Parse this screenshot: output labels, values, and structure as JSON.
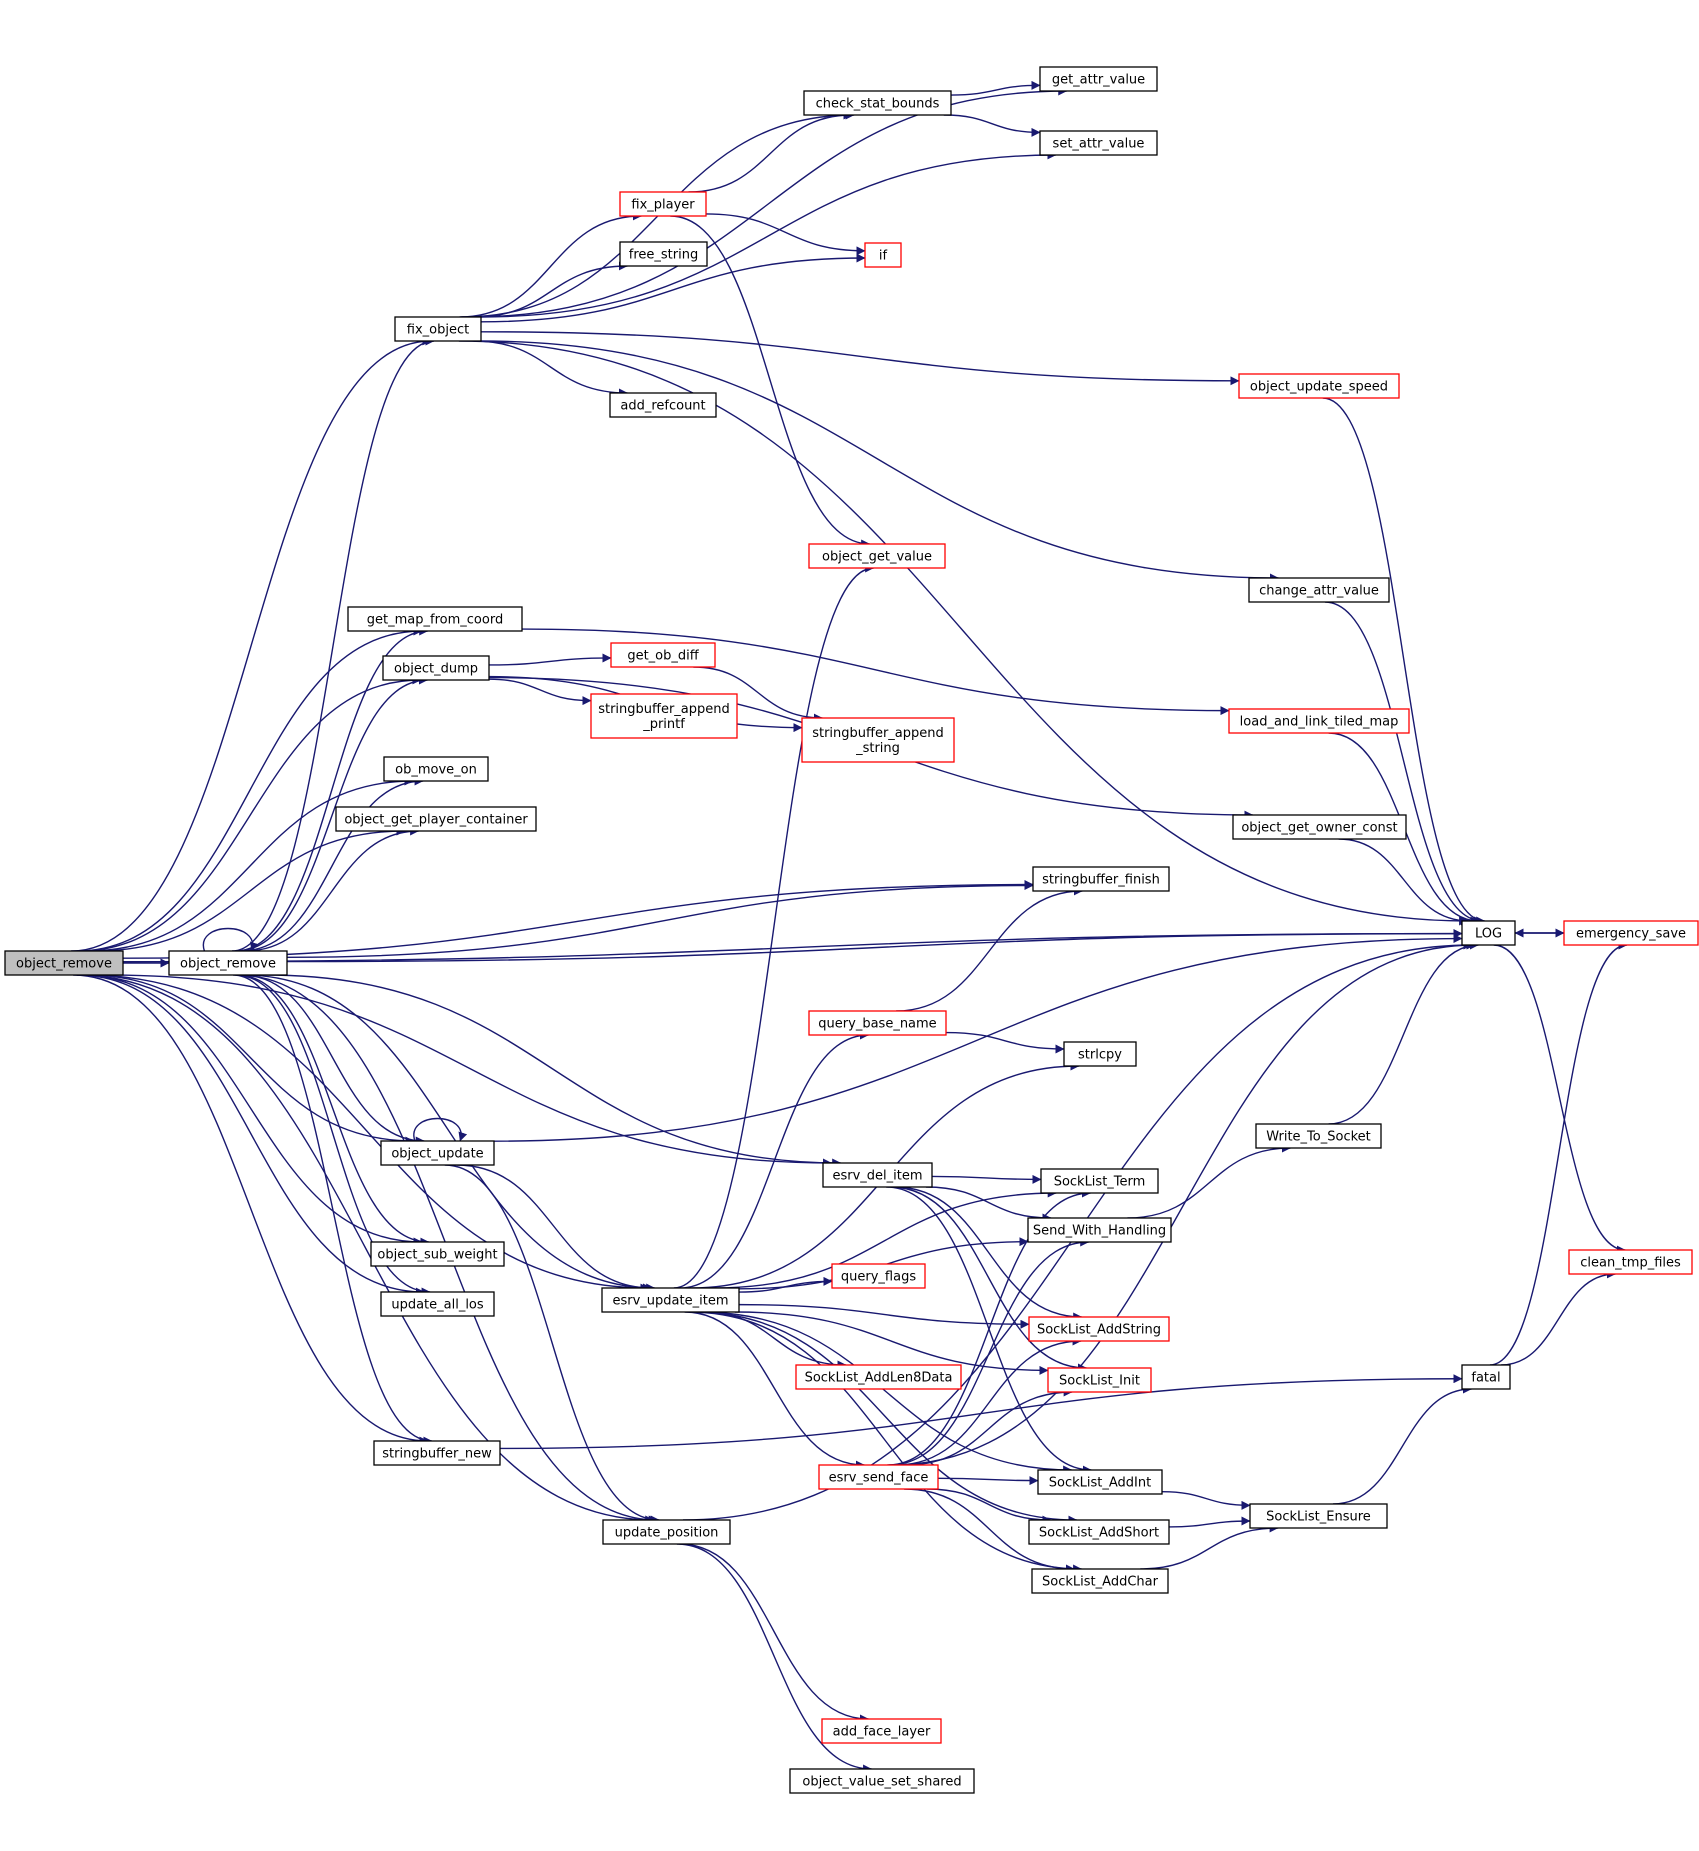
{
  "graph": {
    "colors": {
      "edge": "#191970",
      "node_border": "#000000",
      "linked_border": "#ff0000",
      "root_fill": "#bfbfbf",
      "background": "#ffffff"
    },
    "nodes": [
      {
        "id": "root_object_remove",
        "label": [
          "object_remove"
        ],
        "style": "root"
      },
      {
        "id": "object_remove",
        "label": [
          "object_remove"
        ],
        "style": "normal"
      },
      {
        "id": "fix_object",
        "label": [
          "fix_object"
        ],
        "style": "normal"
      },
      {
        "id": "get_map_from_coord",
        "label": [
          "get_map_from_coord"
        ],
        "style": "normal"
      },
      {
        "id": "object_dump",
        "label": [
          "object_dump"
        ],
        "style": "normal"
      },
      {
        "id": "ob_move_on",
        "label": [
          "ob_move_on"
        ],
        "style": "normal"
      },
      {
        "id": "object_get_player_container",
        "label": [
          "object_get_player_container"
        ],
        "style": "normal"
      },
      {
        "id": "object_update",
        "label": [
          "object_update"
        ],
        "style": "normal"
      },
      {
        "id": "object_sub_weight",
        "label": [
          "object_sub_weight"
        ],
        "style": "normal"
      },
      {
        "id": "update_all_los",
        "label": [
          "update_all_los"
        ],
        "style": "normal"
      },
      {
        "id": "stringbuffer_new",
        "label": [
          "stringbuffer_new"
        ],
        "style": "normal"
      },
      {
        "id": "check_stat_bounds",
        "label": [
          "check_stat_bounds"
        ],
        "style": "normal"
      },
      {
        "id": "fix_player",
        "label": [
          "fix_player"
        ],
        "style": "red"
      },
      {
        "id": "free_string",
        "label": [
          "free_string"
        ],
        "style": "normal"
      },
      {
        "id": "add_refcount",
        "label": [
          "add_refcount"
        ],
        "style": "normal"
      },
      {
        "id": "object_get_value",
        "label": [
          "object_get_value"
        ],
        "style": "red"
      },
      {
        "id": "get_ob_diff",
        "label": [
          "get_ob_diff"
        ],
        "style": "red"
      },
      {
        "id": "stringbuffer_append_printf",
        "label": [
          "stringbuffer_append",
          "_printf"
        ],
        "style": "red"
      },
      {
        "id": "stringbuffer_append_string",
        "label": [
          "stringbuffer_append",
          "_string"
        ],
        "style": "red"
      },
      {
        "id": "query_base_name",
        "label": [
          "query_base_name"
        ],
        "style": "red"
      },
      {
        "id": "esrv_del_item",
        "label": [
          "esrv_del_item"
        ],
        "style": "normal"
      },
      {
        "id": "query_flags",
        "label": [
          "query_flags"
        ],
        "style": "red"
      },
      {
        "id": "esrv_update_item",
        "label": [
          "esrv_update_item"
        ],
        "style": "normal"
      },
      {
        "id": "SockList_AddLen8Data",
        "label": [
          "SockList_AddLen8Data"
        ],
        "style": "red"
      },
      {
        "id": "esrv_send_face",
        "label": [
          "esrv_send_face"
        ],
        "style": "red"
      },
      {
        "id": "update_position",
        "label": [
          "update_position"
        ],
        "style": "normal"
      },
      {
        "id": "add_face_layer",
        "label": [
          "add_face_layer"
        ],
        "style": "red"
      },
      {
        "id": "object_value_set_shared",
        "label": [
          "object_value_set_shared"
        ],
        "style": "normal"
      },
      {
        "id": "get_attr_value",
        "label": [
          "get_attr_value"
        ],
        "style": "normal"
      },
      {
        "id": "set_attr_value",
        "label": [
          "set_attr_value"
        ],
        "style": "normal"
      },
      {
        "id": "if",
        "label": [
          "if"
        ],
        "style": "red"
      },
      {
        "id": "stringbuffer_finish",
        "label": [
          "stringbuffer_finish"
        ],
        "style": "normal"
      },
      {
        "id": "strlcpy",
        "label": [
          "strlcpy"
        ],
        "style": "normal"
      },
      {
        "id": "SockList_Term",
        "label": [
          "SockList_Term"
        ],
        "style": "normal"
      },
      {
        "id": "Send_With_Handling",
        "label": [
          "Send_With_Handling"
        ],
        "style": "normal"
      },
      {
        "id": "SockList_AddString",
        "label": [
          "SockList_AddString"
        ],
        "style": "red"
      },
      {
        "id": "SockList_Init",
        "label": [
          "SockList_Init"
        ],
        "style": "red"
      },
      {
        "id": "SockList_AddInt",
        "label": [
          "SockList_AddInt"
        ],
        "style": "normal"
      },
      {
        "id": "SockList_AddShort",
        "label": [
          "SockList_AddShort"
        ],
        "style": "normal"
      },
      {
        "id": "SockList_AddChar",
        "label": [
          "SockList_AddChar"
        ],
        "style": "normal"
      },
      {
        "id": "object_update_speed",
        "label": [
          "object_update_speed"
        ],
        "style": "red"
      },
      {
        "id": "change_attr_value",
        "label": [
          "change_attr_value"
        ],
        "style": "normal"
      },
      {
        "id": "load_and_link_tiled_map",
        "label": [
          "load_and_link_tiled_map"
        ],
        "style": "red"
      },
      {
        "id": "object_get_owner_const",
        "label": [
          "object_get_owner_const"
        ],
        "style": "normal"
      },
      {
        "id": "Write_To_Socket",
        "label": [
          "Write_To_Socket"
        ],
        "style": "normal"
      },
      {
        "id": "SockList_Ensure",
        "label": [
          "SockList_Ensure"
        ],
        "style": "normal"
      },
      {
        "id": "LOG",
        "label": [
          "LOG"
        ],
        "style": "normal"
      },
      {
        "id": "fatal",
        "label": [
          "fatal"
        ],
        "style": "normal"
      },
      {
        "id": "emergency_save",
        "label": [
          "emergency_save"
        ],
        "style": "red"
      },
      {
        "id": "clean_tmp_files",
        "label": [
          "clean_tmp_files"
        ],
        "style": "red"
      }
    ],
    "edges": [
      [
        "root_object_remove",
        "fix_object"
      ],
      [
        "root_object_remove",
        "get_map_from_coord"
      ],
      [
        "root_object_remove",
        "object_dump"
      ],
      [
        "root_object_remove",
        "ob_move_on"
      ],
      [
        "root_object_remove",
        "object_get_player_container"
      ],
      [
        "root_object_remove",
        "object_remove"
      ],
      [
        "root_object_remove",
        "object_update"
      ],
      [
        "root_object_remove",
        "object_sub_weight"
      ],
      [
        "root_object_remove",
        "update_all_los"
      ],
      [
        "root_object_remove",
        "stringbuffer_new"
      ],
      [
        "root_object_remove",
        "esrv_update_item"
      ],
      [
        "root_object_remove",
        "update_position"
      ],
      [
        "root_object_remove",
        "esrv_del_item"
      ],
      [
        "root_object_remove",
        "stringbuffer_finish"
      ],
      [
        "root_object_remove",
        "LOG"
      ],
      [
        "object_remove",
        "object_remove"
      ],
      [
        "object_remove",
        "fix_object"
      ],
      [
        "object_remove",
        "get_map_from_coord"
      ],
      [
        "object_remove",
        "object_dump"
      ],
      [
        "object_remove",
        "ob_move_on"
      ],
      [
        "object_remove",
        "object_get_player_container"
      ],
      [
        "object_remove",
        "object_update"
      ],
      [
        "object_remove",
        "object_sub_weight"
      ],
      [
        "object_remove",
        "update_all_los"
      ],
      [
        "object_remove",
        "stringbuffer_new"
      ],
      [
        "object_remove",
        "update_position"
      ],
      [
        "object_remove",
        "esrv_update_item"
      ],
      [
        "object_remove",
        "esrv_del_item"
      ],
      [
        "object_remove",
        "stringbuffer_finish"
      ],
      [
        "object_remove",
        "LOG"
      ],
      [
        "fix_object",
        "get_attr_value"
      ],
      [
        "fix_object",
        "check_stat_bounds"
      ],
      [
        "fix_object",
        "set_attr_value"
      ],
      [
        "fix_object",
        "fix_player"
      ],
      [
        "fix_object",
        "free_string"
      ],
      [
        "fix_object",
        "if"
      ],
      [
        "fix_object",
        "object_update_speed"
      ],
      [
        "fix_object",
        "add_refcount"
      ],
      [
        "fix_object",
        "LOG"
      ],
      [
        "fix_object",
        "change_attr_value"
      ],
      [
        "check_stat_bounds",
        "get_attr_value"
      ],
      [
        "check_stat_bounds",
        "set_attr_value"
      ],
      [
        "fix_player",
        "check_stat_bounds"
      ],
      [
        "fix_player",
        "if"
      ],
      [
        "fix_player",
        "object_get_value"
      ],
      [
        "get_map_from_coord",
        "load_and_link_tiled_map"
      ],
      [
        "object_dump",
        "get_ob_diff"
      ],
      [
        "object_dump",
        "stringbuffer_append_printf"
      ],
      [
        "object_dump",
        "stringbuffer_append_string"
      ],
      [
        "object_dump",
        "object_get_owner_const"
      ],
      [
        "get_ob_diff",
        "stringbuffer_append_string"
      ],
      [
        "object_update",
        "object_update"
      ],
      [
        "object_update",
        "LOG"
      ],
      [
        "object_update",
        "esrv_update_item"
      ],
      [
        "object_update",
        "update_position"
      ],
      [
        "stringbuffer_new",
        "fatal"
      ],
      [
        "esrv_update_item",
        "object_get_value"
      ],
      [
        "esrv_update_item",
        "query_base_name"
      ],
      [
        "esrv_update_item",
        "strlcpy"
      ],
      [
        "esrv_update_item",
        "SockList_Term"
      ],
      [
        "esrv_update_item",
        "Send_With_Handling"
      ],
      [
        "esrv_update_item",
        "query_flags"
      ],
      [
        "esrv_update_item",
        "SockList_AddString"
      ],
      [
        "esrv_update_item",
        "SockList_AddLen8Data"
      ],
      [
        "esrv_update_item",
        "SockList_Init"
      ],
      [
        "esrv_update_item",
        "esrv_send_face"
      ],
      [
        "esrv_update_item",
        "SockList_AddInt"
      ],
      [
        "esrv_update_item",
        "SockList_AddShort"
      ],
      [
        "esrv_update_item",
        "SockList_AddChar"
      ],
      [
        "query_base_name",
        "stringbuffer_finish"
      ],
      [
        "query_base_name",
        "strlcpy"
      ],
      [
        "esrv_del_item",
        "SockList_Term"
      ],
      [
        "esrv_del_item",
        "Send_With_Handling"
      ],
      [
        "esrv_del_item",
        "SockList_AddString"
      ],
      [
        "esrv_del_item",
        "SockList_Init"
      ],
      [
        "esrv_del_item",
        "SockList_AddInt"
      ],
      [
        "esrv_send_face",
        "SockList_Term"
      ],
      [
        "esrv_send_face",
        "Send_With_Handling"
      ],
      [
        "esrv_send_face",
        "SockList_AddString"
      ],
      [
        "esrv_send_face",
        "SockList_Init"
      ],
      [
        "esrv_send_face",
        "SockList_AddInt"
      ],
      [
        "esrv_send_face",
        "SockList_AddShort"
      ],
      [
        "esrv_send_face",
        "SockList_AddChar"
      ],
      [
        "esrv_send_face",
        "LOG"
      ],
      [
        "update_position",
        "add_face_layer"
      ],
      [
        "update_position",
        "object_value_set_shared"
      ],
      [
        "update_position",
        "LOG"
      ],
      [
        "Send_With_Handling",
        "Write_To_Socket"
      ],
      [
        "Write_To_Socket",
        "LOG"
      ],
      [
        "SockList_AddInt",
        "SockList_Ensure"
      ],
      [
        "SockList_AddShort",
        "SockList_Ensure"
      ],
      [
        "SockList_AddChar",
        "SockList_Ensure"
      ],
      [
        "SockList_Ensure",
        "fatal"
      ],
      [
        "object_update_speed",
        "LOG"
      ],
      [
        "change_attr_value",
        "LOG"
      ],
      [
        "load_and_link_tiled_map",
        "LOG"
      ],
      [
        "object_get_owner_const",
        "LOG"
      ],
      [
        "LOG",
        "emergency_save"
      ],
      [
        "LOG",
        "clean_tmp_files"
      ],
      [
        "emergency_save",
        "LOG"
      ],
      [
        "fatal",
        "emergency_save"
      ],
      [
        "fatal",
        "clean_tmp_files"
      ]
    ]
  }
}
